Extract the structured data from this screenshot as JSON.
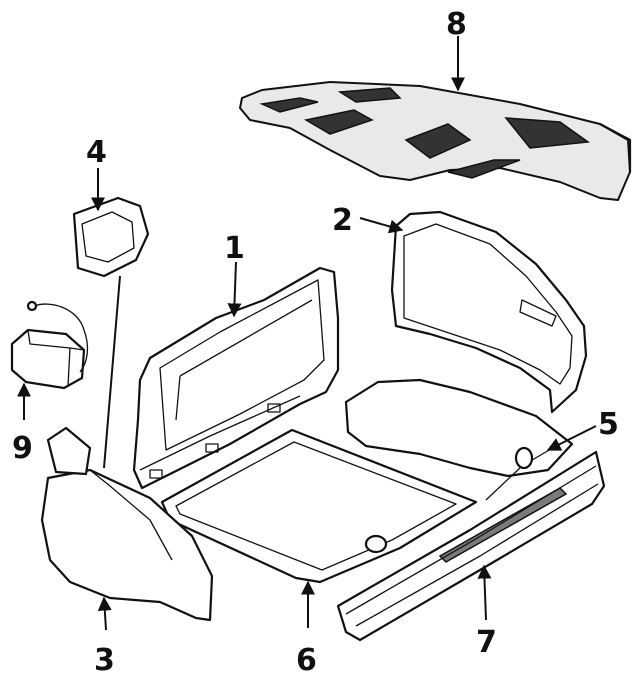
{
  "diagram": {
    "parts": [
      {
        "id": "part-1",
        "callout": "1"
      },
      {
        "id": "part-2",
        "callout": "2"
      },
      {
        "id": "part-3",
        "callout": "3"
      },
      {
        "id": "part-4",
        "callout": "4"
      },
      {
        "id": "part-5",
        "callout": "5"
      },
      {
        "id": "part-6",
        "callout": "6"
      },
      {
        "id": "part-7",
        "callout": "7"
      },
      {
        "id": "part-8",
        "callout": "8"
      },
      {
        "id": "part-9",
        "callout": "9"
      }
    ]
  }
}
